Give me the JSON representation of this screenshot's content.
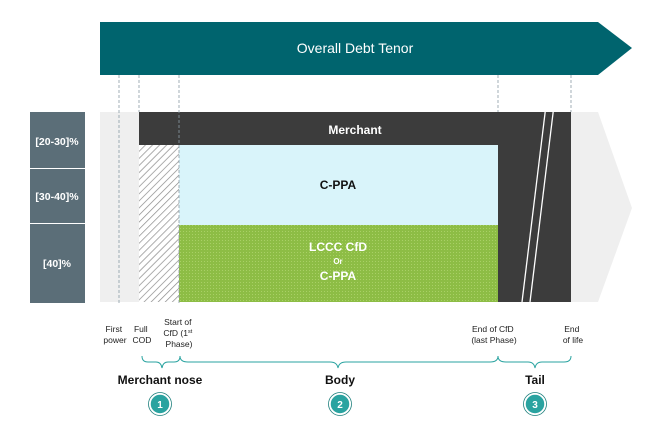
{
  "header": {
    "title": "Overall Debt Tenor"
  },
  "shares": [
    "[20-30]%",
    "[30-40]%",
    "[40]%"
  ],
  "layers": {
    "merchant": "Merchant",
    "cppa": "C-PPA",
    "lccc_line1": "LCCC CfD",
    "lccc_or": "Or",
    "lccc_line2": "C-PPA"
  },
  "timeline": {
    "first_power": [
      "First",
      "power"
    ],
    "full_cod": [
      "Full",
      "COD"
    ],
    "start_cfd": [
      "Start of",
      "CfD (1",
      "st",
      ")",
      "Phase)"
    ],
    "end_cfd": [
      "End of CfD",
      "(last Phase)"
    ],
    "end_life": [
      "End",
      "of life"
    ]
  },
  "phases": [
    {
      "number": "1",
      "label": "Merchant nose"
    },
    {
      "number": "2",
      "label": "Body"
    },
    {
      "number": "3",
      "label": "Tail"
    }
  ],
  "colors": {
    "teal": "#00646e",
    "slate": "#5b6e78",
    "dark": "#3c3c3c",
    "light_blue": "#d9f4fa",
    "green": "#8dbd45",
    "circle": "#2aa3a0"
  }
}
